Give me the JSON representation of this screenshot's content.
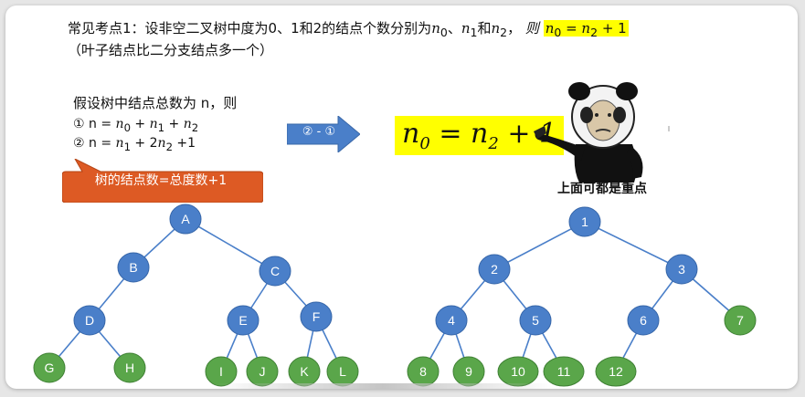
{
  "header": {
    "line1_pre": "常见考点1：设非空二叉树中度为0、1和2的结点个数分别为",
    "n": "n",
    "sub0": "0",
    "sub1": "1",
    "sub2": "2",
    "sep": "、",
    "and": "和",
    "comma": "，",
    "then": "则",
    "hl_eq": " = ",
    "hl_plus": " + 1",
    "line2": "（叶子结点比二分支结点多一个）"
  },
  "assume": "假设树中结点总数为 n，则",
  "formula1": {
    "num": "①",
    "pre": " n = ",
    "plus": " + "
  },
  "formula2": {
    "num": "②",
    "pre": " n = ",
    "plus": " + 2",
    "tail": " +1"
  },
  "arrow_label": "② - ①",
  "big_eq": {
    "eq": " = ",
    "plus": " + 1"
  },
  "callout": "树的结点数=总度数+1",
  "caption": "上面可都是重点",
  "colors": {
    "node_blue": "#4a7fc9",
    "node_green": "#5aa64a",
    "arrow_blue": "#4a7fc9",
    "callout_orange": "#dd5a24",
    "highlight": "#ffff00"
  },
  "tree_left": {
    "nodes": [
      "A",
      "B",
      "C",
      "D",
      "E",
      "F",
      "G",
      "H",
      "I",
      "J",
      "K",
      "L"
    ]
  },
  "tree_right": {
    "nodes": [
      "1",
      "2",
      "3",
      "4",
      "5",
      "6",
      "7",
      "8",
      "9",
      "10",
      "11",
      "12"
    ]
  }
}
